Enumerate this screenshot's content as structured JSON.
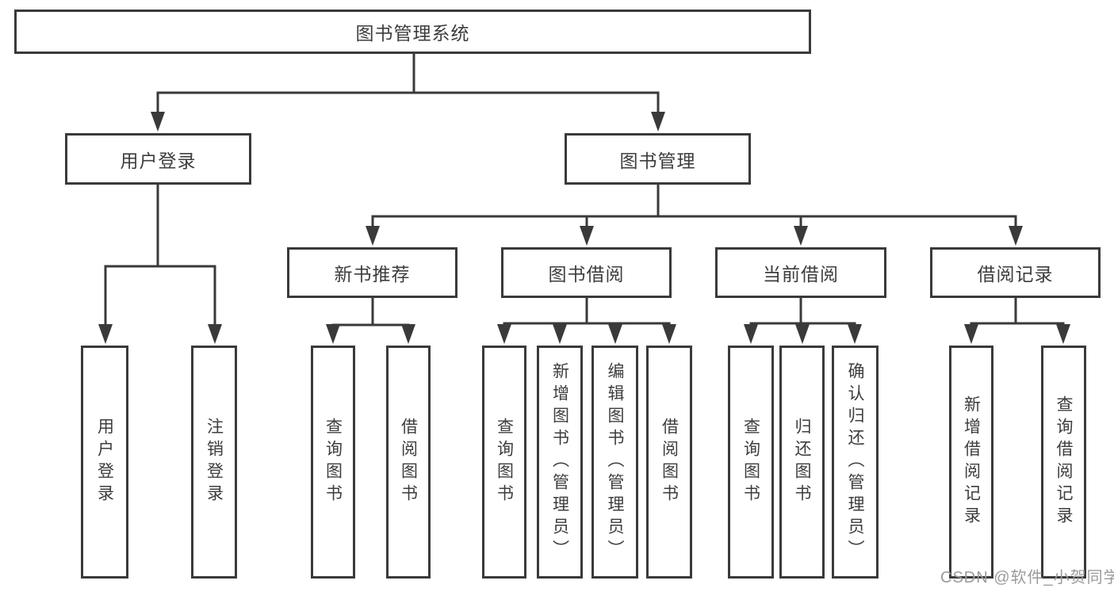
{
  "root": {
    "label": "图书管理系统"
  },
  "level2": [
    {
      "label": "用户登录"
    },
    {
      "label": "图书管理"
    }
  ],
  "level3": [
    {
      "label": "新书推荐"
    },
    {
      "label": "图书借阅"
    },
    {
      "label": "当前借阅"
    },
    {
      "label": "借阅记录"
    }
  ],
  "leaves": [
    {
      "label": "用户登录"
    },
    {
      "label": "注销登录"
    },
    {
      "label": "查询图书"
    },
    {
      "label": "借阅图书"
    },
    {
      "label": "查询图书"
    },
    {
      "label": "新增图书（管理员）"
    },
    {
      "label": "编辑图书（管理员）"
    },
    {
      "label": "借阅图书"
    },
    {
      "label": "查询图书"
    },
    {
      "label": "归还图书"
    },
    {
      "label": "确认归还（管理员）"
    },
    {
      "label": "新增借阅记录"
    },
    {
      "label": "查询借阅记录"
    }
  ],
  "watermark": "CSDN @软件_小贺同学",
  "colors": {
    "line": "#3a3a3a",
    "box_border": "#3a3a3a",
    "box_fill": "#ffffff",
    "text": "#3d3d3d",
    "watermark": "#9b9b9b",
    "background": "#ffffff"
  }
}
